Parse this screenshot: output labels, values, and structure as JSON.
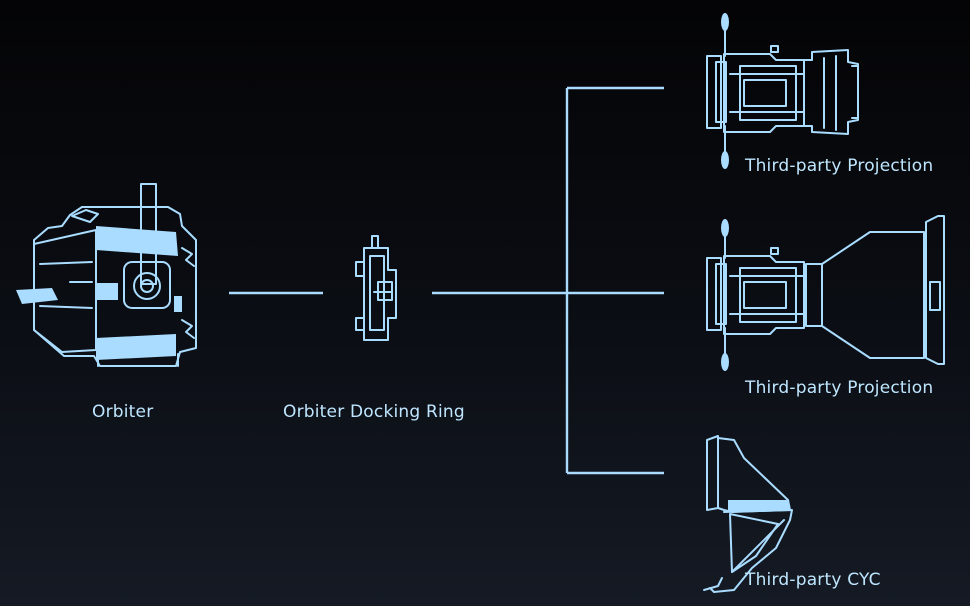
{
  "labels": {
    "orbiter": "Orbiter",
    "docking_ring": "Orbiter Docking Ring",
    "projection_1": "Third-party Projection",
    "projection_2": "Third-party Projection",
    "cyc": "Third-party CYC"
  },
  "colors": {
    "line": "#a9dcff",
    "text": "#bfe6ff",
    "background_top": "#040406",
    "background_bottom": "#151a24"
  }
}
